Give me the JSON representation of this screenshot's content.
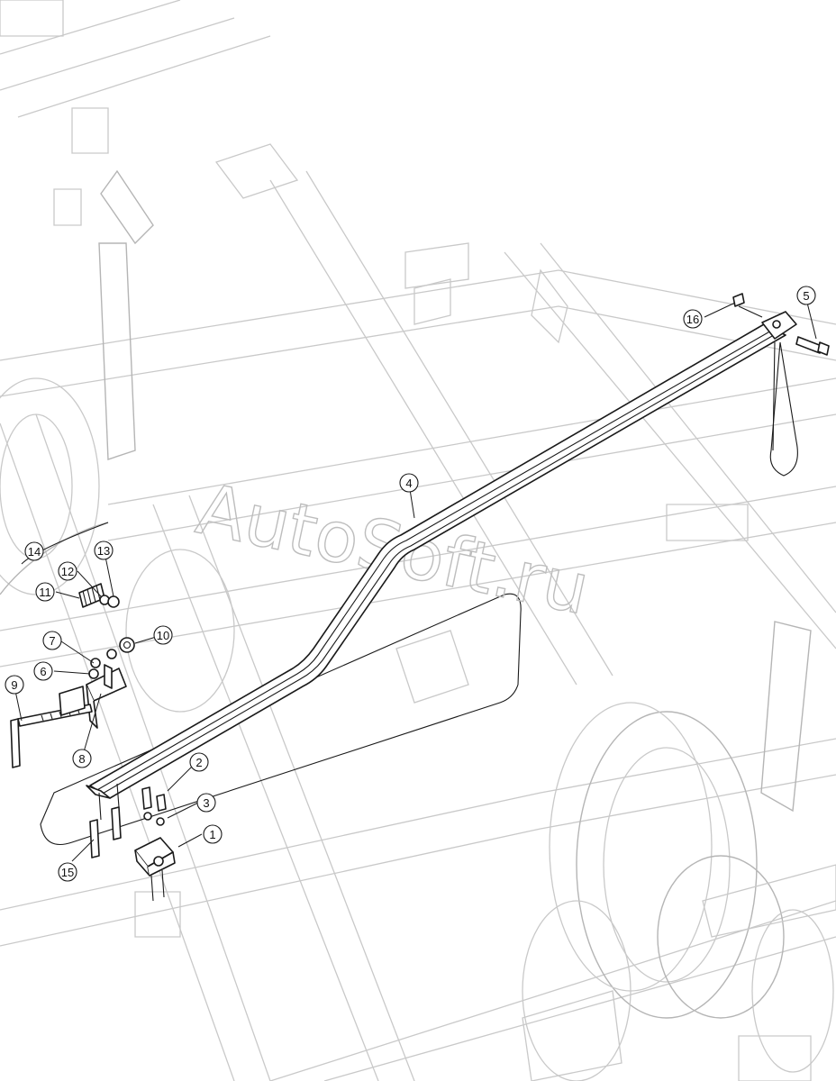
{
  "watermark": "AutoSoft.ru",
  "callouts": [
    {
      "label": "1",
      "name": "callout-1"
    },
    {
      "label": "2",
      "name": "callout-2"
    },
    {
      "label": "3",
      "name": "callout-3"
    },
    {
      "label": "4",
      "name": "callout-4"
    },
    {
      "label": "5",
      "name": "callout-5"
    },
    {
      "label": "6",
      "name": "callout-6"
    },
    {
      "label": "7",
      "name": "callout-7"
    },
    {
      "label": "8",
      "name": "callout-8"
    },
    {
      "label": "9",
      "name": "callout-9"
    },
    {
      "label": "10",
      "name": "callout-10"
    },
    {
      "label": "11",
      "name": "callout-11"
    },
    {
      "label": "12",
      "name": "callout-12"
    },
    {
      "label": "13",
      "name": "callout-13"
    },
    {
      "label": "14",
      "name": "callout-14"
    },
    {
      "label": "15",
      "name": "callout-15"
    },
    {
      "label": "16",
      "name": "callout-16"
    }
  ]
}
